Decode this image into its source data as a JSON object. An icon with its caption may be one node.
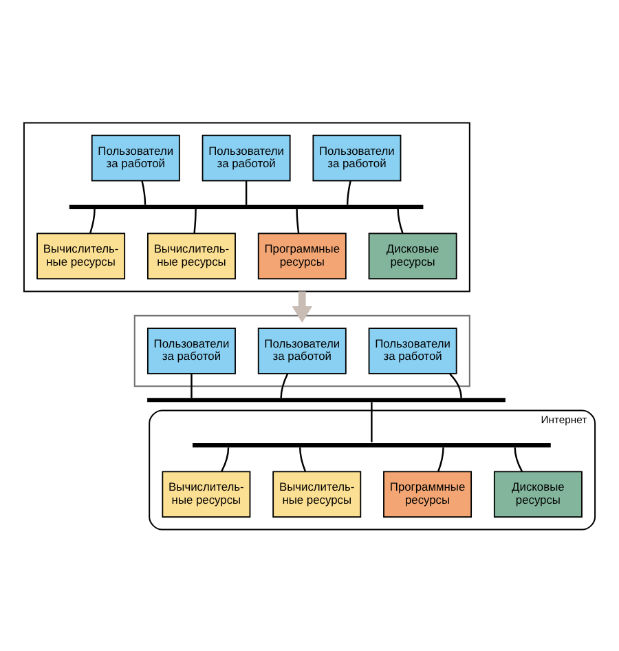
{
  "diagram": {
    "nodes": [
      {
        "text": [],
        "shape": "box"
      },
      {
        "text": [
          "Пользователи за работой"
        ],
        "in": 0
      },
      {
        "text": [
          "Пользователи за работой"
        ],
        "in": 0
      },
      {
        "text": [
          "Пользователи за работой"
        ],
        "in": 0
      },
      {
        "text": [],
        "shape": "bar",
        "in": 0
      },
      {
        "text": [
          "Вычислитель- ные ресурсы"
        ],
        "in": 0
      },
      {
        "text": [
          "Вычислитель- ные ресурсы"
        ],
        "in": 0
      },
      {
        "text": [
          "Программные ресурсы"
        ],
        "in": 0
      },
      {
        "text": [
          "Дисковые ресурсы"
        ],
        "in": 0
      },
      {
        "text": [],
        "shape": "box"
      },
      {
        "text": [
          "Пользователи за работой"
        ],
        "in": 9
      },
      {
        "text": [
          "Пользователи за работой"
        ],
        "in": 9
      },
      {
        "text": [
          "Пользователи за работой"
        ],
        "in": 9
      },
      {
        "text": [],
        "shape": "bar"
      },
      {
        "text": [
          "Интернет"
        ]
      },
      {
        "text": [],
        "shape": "bar",
        "in": 14
      },
      {
        "text": [
          "Вычислитель- ные ресурсы"
        ],
        "in": 14
      },
      {
        "text": [
          "Вычислитель- ные ресурсы"
        ],
        "in": 14
      },
      {
        "text": [
          "Программные ресурсы"
        ],
        "in": 14
      },
      {
        "text": [
          "Дисковые ресурсы"
        ],
        "in": 14
      }
    ],
    "edges": [
      {
        "from": 1,
        "to": 4,
        "arrow": "none"
      },
      {
        "from": 2,
        "to": 4,
        "arrow": "none"
      },
      {
        "from": 3,
        "to": 4,
        "arrow": "none"
      },
      {
        "from": 4,
        "to": 5,
        "arrow": "none"
      },
      {
        "from": 4,
        "to": 6,
        "arrow": "none"
      },
      {
        "from": 4,
        "to": 7,
        "arrow": "none"
      },
      {
        "from": 4,
        "to": 8,
        "arrow": "none"
      },
      {
        "from": 0,
        "to": 9,
        "arrow": "to",
        "style": "thick",
        "color": "#c8bcb4"
      },
      {
        "from": 10,
        "to": 13,
        "arrow": "none"
      },
      {
        "from": 11,
        "to": 13,
        "arrow": "none"
      },
      {
        "from": 12,
        "to": 13,
        "arrow": "none"
      },
      {
        "from": 13,
        "to": 15,
        "arrow": "none"
      },
      {
        "from": 15,
        "to": 16,
        "arrow": "none"
      },
      {
        "from": 15,
        "to": 17,
        "arrow": "none"
      },
      {
        "from": 15,
        "to": 18,
        "arrow": "none"
      },
      {
        "from": 15,
        "to": 19,
        "arrow": "none"
      }
    ]
  }
}
